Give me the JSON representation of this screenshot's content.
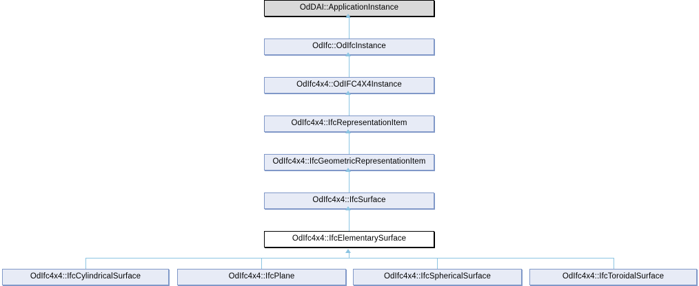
{
  "diagram": {
    "type": "class-inheritance-graph",
    "title": "OdIfc4x4::IfcElementarySurface inheritance diagram",
    "colors": {
      "inherited_fill": "#e7ebf6",
      "inherited_border": "#8098c8",
      "root_fill": "#d9d9d9",
      "root_border": "#000000",
      "current_fill": "#ffffff",
      "current_border": "#000000",
      "connector": "#8bc4e2",
      "background": "#ffffff"
    },
    "chain": [
      {
        "id": "app-instance",
        "label": "OdDAI::ApplicationInstance",
        "style": "root"
      },
      {
        "id": "odifc-instance",
        "label": "OdIfc::OdIfcInstance",
        "style": "inherited"
      },
      {
        "id": "odifc4x4-instance",
        "label": "OdIfc4x4::OdIFC4X4Instance",
        "style": "inherited"
      },
      {
        "id": "representation-item",
        "label": "OdIfc4x4::IfcRepresentationItem",
        "style": "inherited"
      },
      {
        "id": "geometric-repr-item",
        "label": "OdIfc4x4::IfcGeometricRepresentationItem",
        "style": "inherited"
      },
      {
        "id": "surface",
        "label": "OdIfc4x4::IfcSurface",
        "style": "inherited"
      },
      {
        "id": "elementary-surface",
        "label": "OdIfc4x4::IfcElementarySurface",
        "style": "current"
      }
    ],
    "derived": [
      {
        "id": "cylindrical-surface",
        "label": "OdIfc4x4::IfcCylindricalSurface",
        "style": "inherited"
      },
      {
        "id": "plane",
        "label": "OdIfc4x4::IfcPlane",
        "style": "inherited"
      },
      {
        "id": "spherical-surface",
        "label": "OdIfc4x4::IfcSphericalSurface",
        "style": "inherited"
      },
      {
        "id": "toroidal-surface",
        "label": "OdIfc4x4::IfcToroidalSurface",
        "style": "inherited"
      }
    ]
  }
}
